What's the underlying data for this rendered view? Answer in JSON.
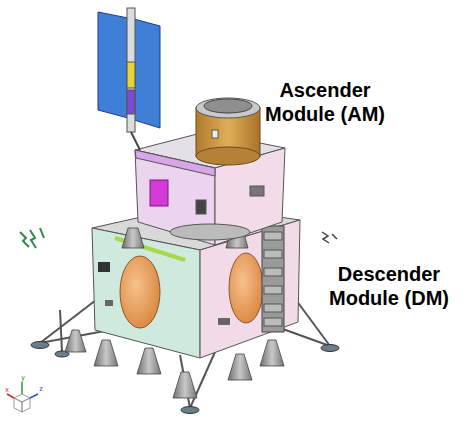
{
  "diagram": {
    "labels": [
      "Ascender Module (AM)",
      "Descender Module (DM)",
      "y",
      "x",
      "z"
    ]
  }
}
